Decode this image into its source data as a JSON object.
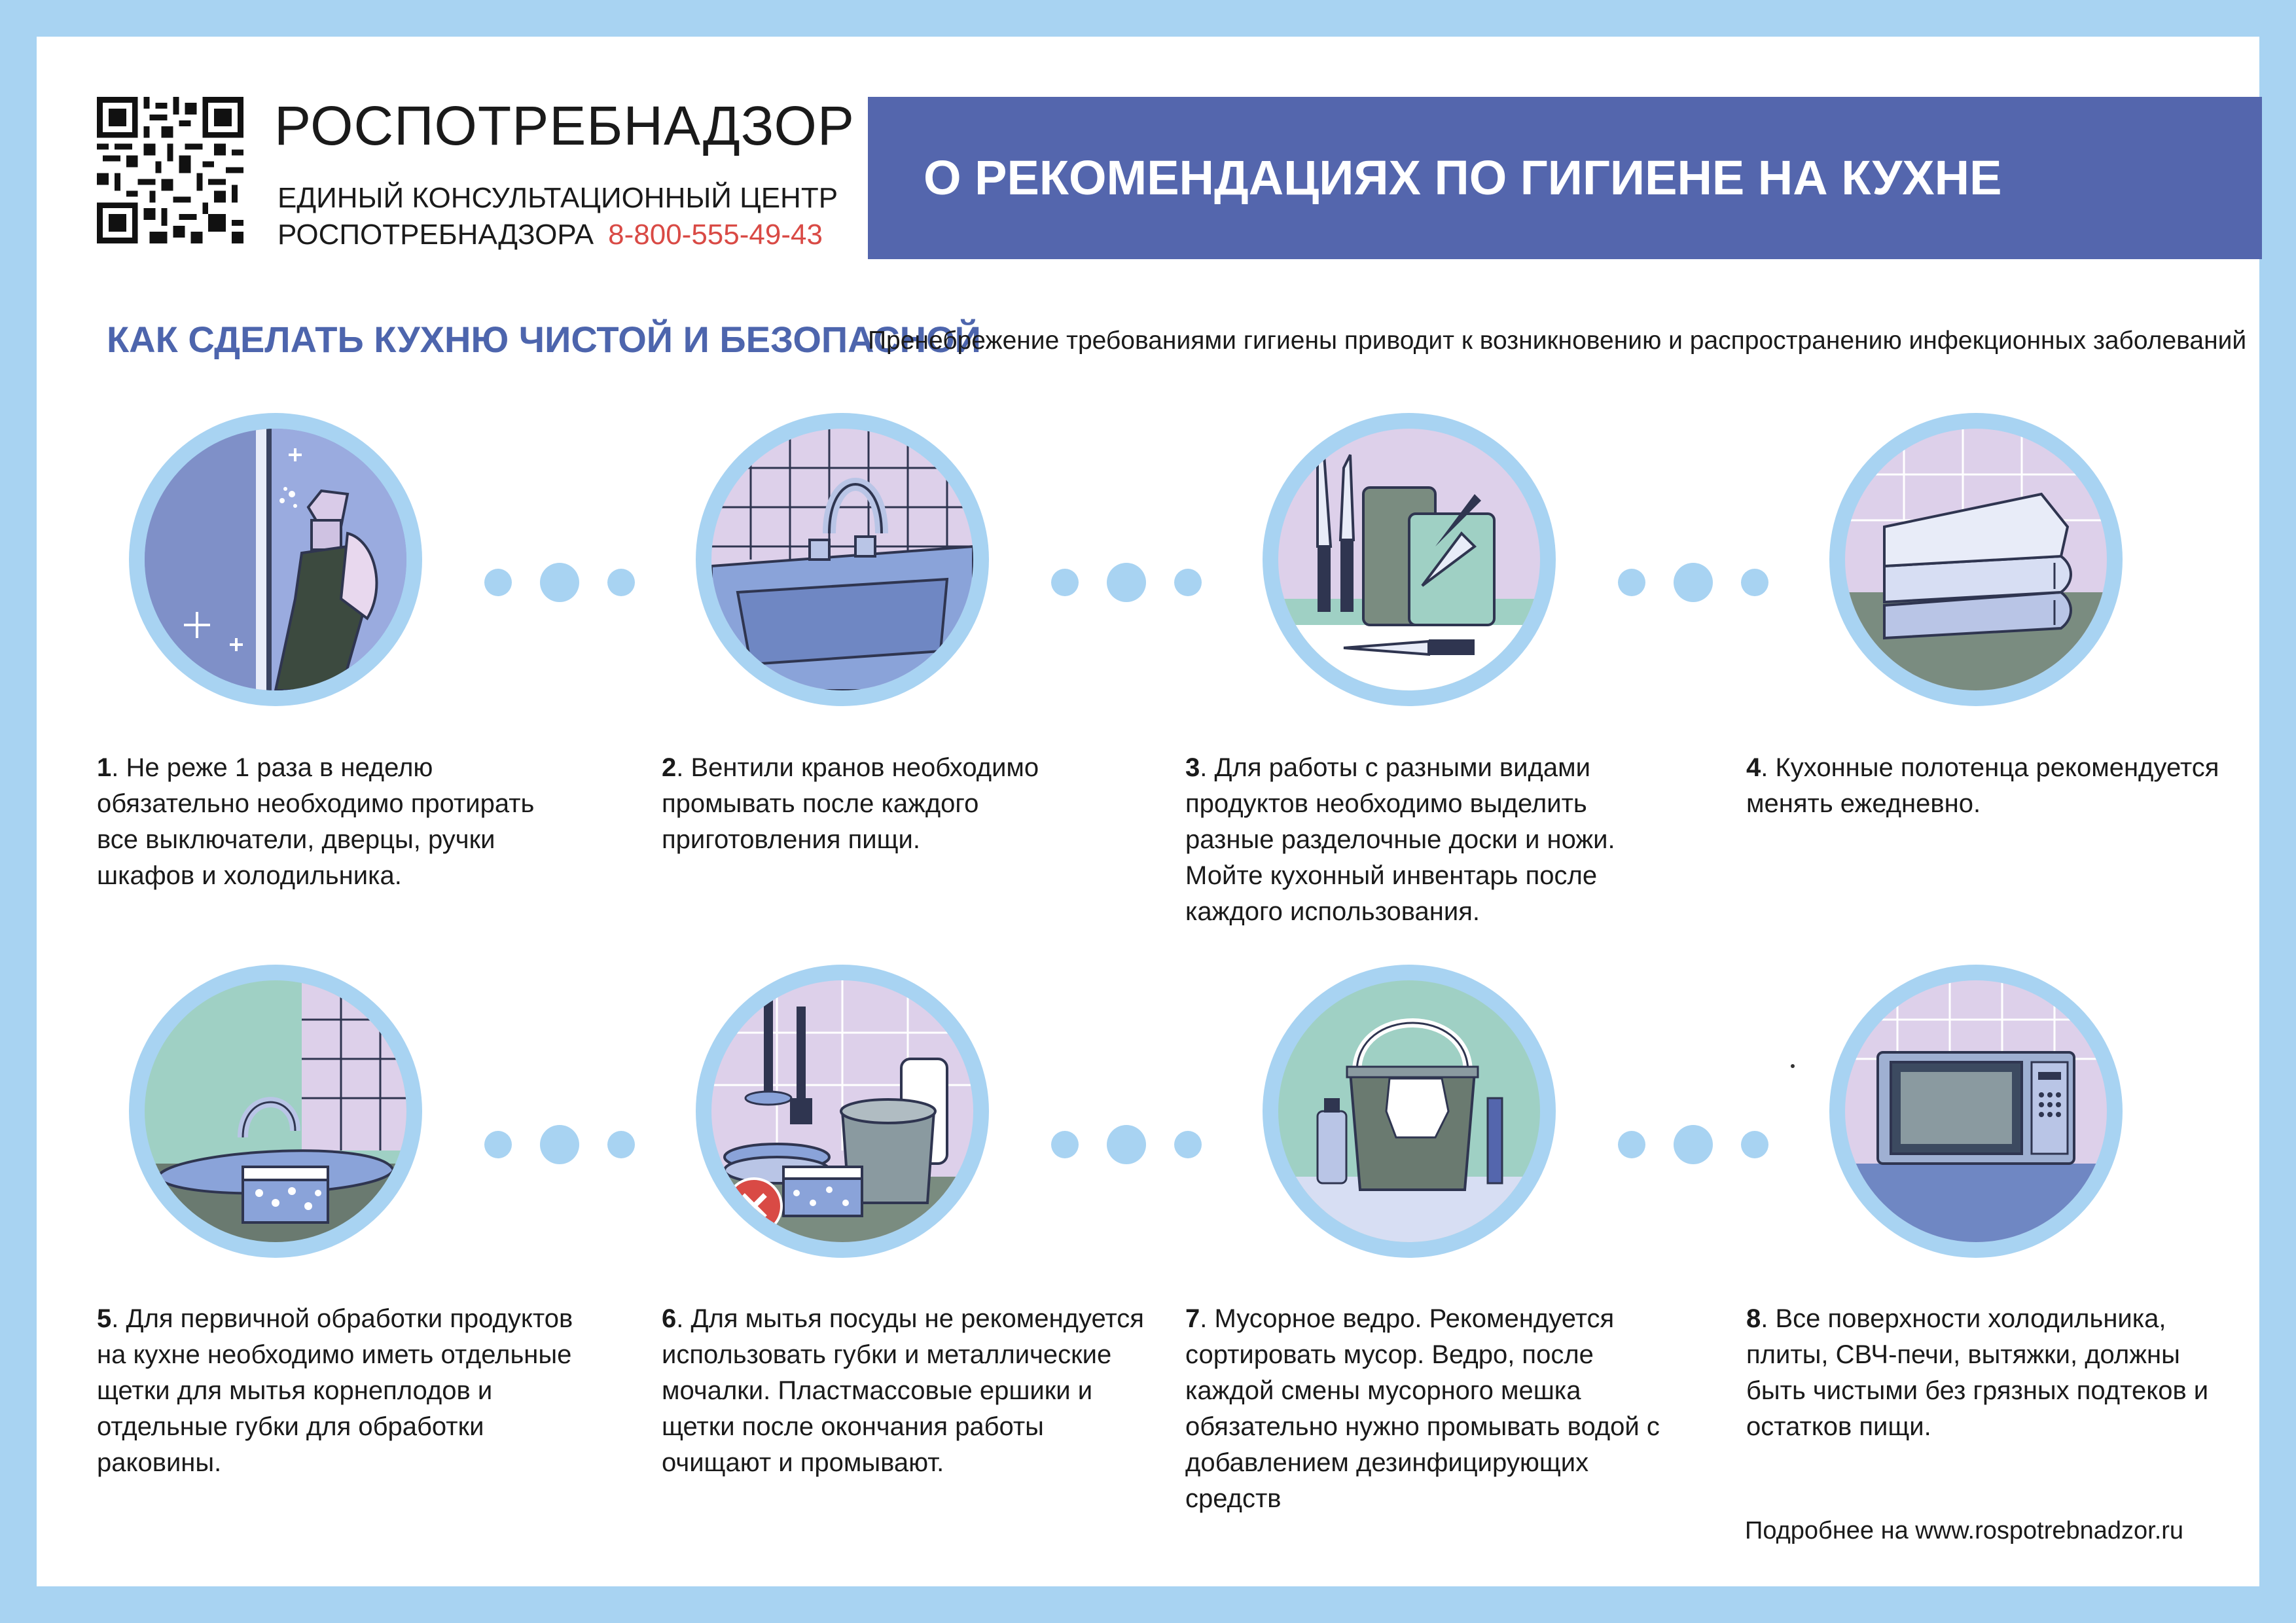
{
  "header": {
    "org_name": "РОСПОТРЕБНАДЗОР",
    "consult_line1": "ЕДИНЫЙ КОНСУЛЬТАЦИОННЫЙ ЦЕНТР",
    "consult_line2": "РОСПОТРЕБНАДЗОРА",
    "phone": "8-800-555-49-43",
    "banner_title": "О РЕКОМЕНДАЦИЯХ ПО ГИГИЕНЕ НА КУХНЕ"
  },
  "section": {
    "title": "КАК СДЕЛАТЬ КУХНЮ ЧИСТОЙ И БЕЗОПАСНОЙ",
    "description": "Пренебрежение требованиями гигиены приводит к возникновению и распространению инфекционных заболеваний"
  },
  "steps": [
    {
      "num": "1",
      "text": ". Не реже 1 раза в неделю обязательно необходимо протирать все выключатели, дверцы, ручки шкафов и холодильника."
    },
    {
      "num": "2",
      "text": ". Вентили кранов необходимо промывать после каждого приготовления пищи."
    },
    {
      "num": "3",
      "text": ". Для работы с разными видами продуктов необходимо выделить разные разделочные доски и ножи. Мойте кухонный инвентарь после каждого использования."
    },
    {
      "num": "4",
      "text": ". Кухонные полотенца рекомендуется менять ежедневно."
    },
    {
      "num": "5",
      "text": ". Для первичной обработки продуктов на кухне необходимо иметь отдельные щетки для мытья корнеплодов и отдельные губки для обработки раковины."
    },
    {
      "num": "6",
      "text": ". Для мытья посуды не рекомендуется использовать губки и металлические мочалки. Пластмассовые ершики и щетки после окончания работы очищают и промывают."
    },
    {
      "num": "7",
      "text": ". Мусорное ведро. Рекомендуется сортировать мусор. Ведро, после каждой смены мусорного мешка обязательно нужно промывать водой с добавлением дезинфицирующих средств"
    },
    {
      "num": "8",
      "text": ". Все поверхности холодильника, плиты, СВЧ-печи, вытяжки, должны быть чистыми без грязных подтеков и остатков пищи."
    }
  ],
  "footer": {
    "text": "Подробнее на www.rospotrebnadzor.ru"
  },
  "colors": {
    "frame": "#a8d3f2",
    "banner": "#5466ad",
    "section_title": "#4d65ad",
    "phone": "#d94a45",
    "tile": "#ddd0ea",
    "mint": "#9fd0c4",
    "steel": "#8aa3d9"
  },
  "icons": [
    "qr-code-icon",
    "spray-cleaning-icon",
    "faucet-sink-icon",
    "knives-cutting-boards-icon",
    "towels-icon",
    "sink-brush-icon",
    "dishes-no-sponge-icon",
    "trash-bucket-icon",
    "microwave-icon"
  ]
}
